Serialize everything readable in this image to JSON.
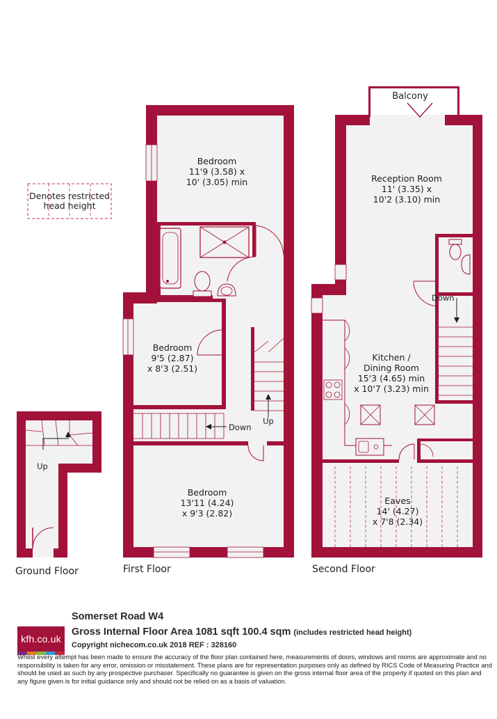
{
  "colors": {
    "wall": "#a3123a",
    "floor": "#f2f2f2",
    "fixture": "#a3123a",
    "line": "#c0305a"
  },
  "legend": {
    "text_line1": "Denotes restricted",
    "text_line2": "head height"
  },
  "floors": [
    {
      "label": "Ground Floor",
      "stair_label": "Up"
    },
    {
      "label": "First Floor"
    },
    {
      "label": "Second Floor"
    }
  ],
  "first_floor": {
    "bedroom_top": {
      "name": "Bedroom",
      "dim1": "11'9 (3.58) x",
      "dim2": "10' (3.05) min"
    },
    "bedroom_mid": {
      "name": "Bedroom",
      "dim1": "9'5 (2.87)",
      "dim2": "x 8'3 (2.51)"
    },
    "bedroom_bottom": {
      "name": "Bedroom",
      "dim1": "13'11 (4.24)",
      "dim2": "x 9'3 (2.82)"
    },
    "down_label": "Down",
    "up_label": "Up"
  },
  "second_floor": {
    "balcony": "Balcony",
    "reception": {
      "name": "Reception Room",
      "dim1": "11' (3.35) x",
      "dim2": "10'2 (3.10) min"
    },
    "kitchen": {
      "name1": "Kitchen /",
      "name2": "Dining Room",
      "dim1": "15'3 (4.65) min",
      "dim2": "x 10'7 (3.23) min"
    },
    "eaves": {
      "name": "Eaves",
      "dim1": "14' (4.27)",
      "dim2": "x 7'8 (2.34)"
    },
    "down_label": "Down"
  },
  "footer": {
    "logo_text": "kfh.co.uk",
    "logo_stripe_colors": [
      "#7b2a86",
      "#e17c1d",
      "#8ab43c",
      "#2f9bd1",
      "#c3283a"
    ],
    "address": "Somerset Road  W4",
    "gia": "Gross Internal Floor Area 1081 sqft 100.4 sqm",
    "gia_note": "(includes restricted head height)",
    "copyright": "Copyright nichecom.co.uk 2018 REF : 328160",
    "disclaimer": "Whilst every attempt has been made to ensure the accuracy of the floor plan contained here, measurements of doors, windows and rooms are approximate and no responsibility is taken for any error, omission or misstatement.  These plans are for representation purposes only as defined by RICS Code of Measuring Practice and should be used as such by any prospective purchaser.  Specifically no guarantee is given on the gross internal floor area of the property if quoted on this plan and any figure given is for initial guidance only and should not be relied on as a basis of valuation."
  }
}
